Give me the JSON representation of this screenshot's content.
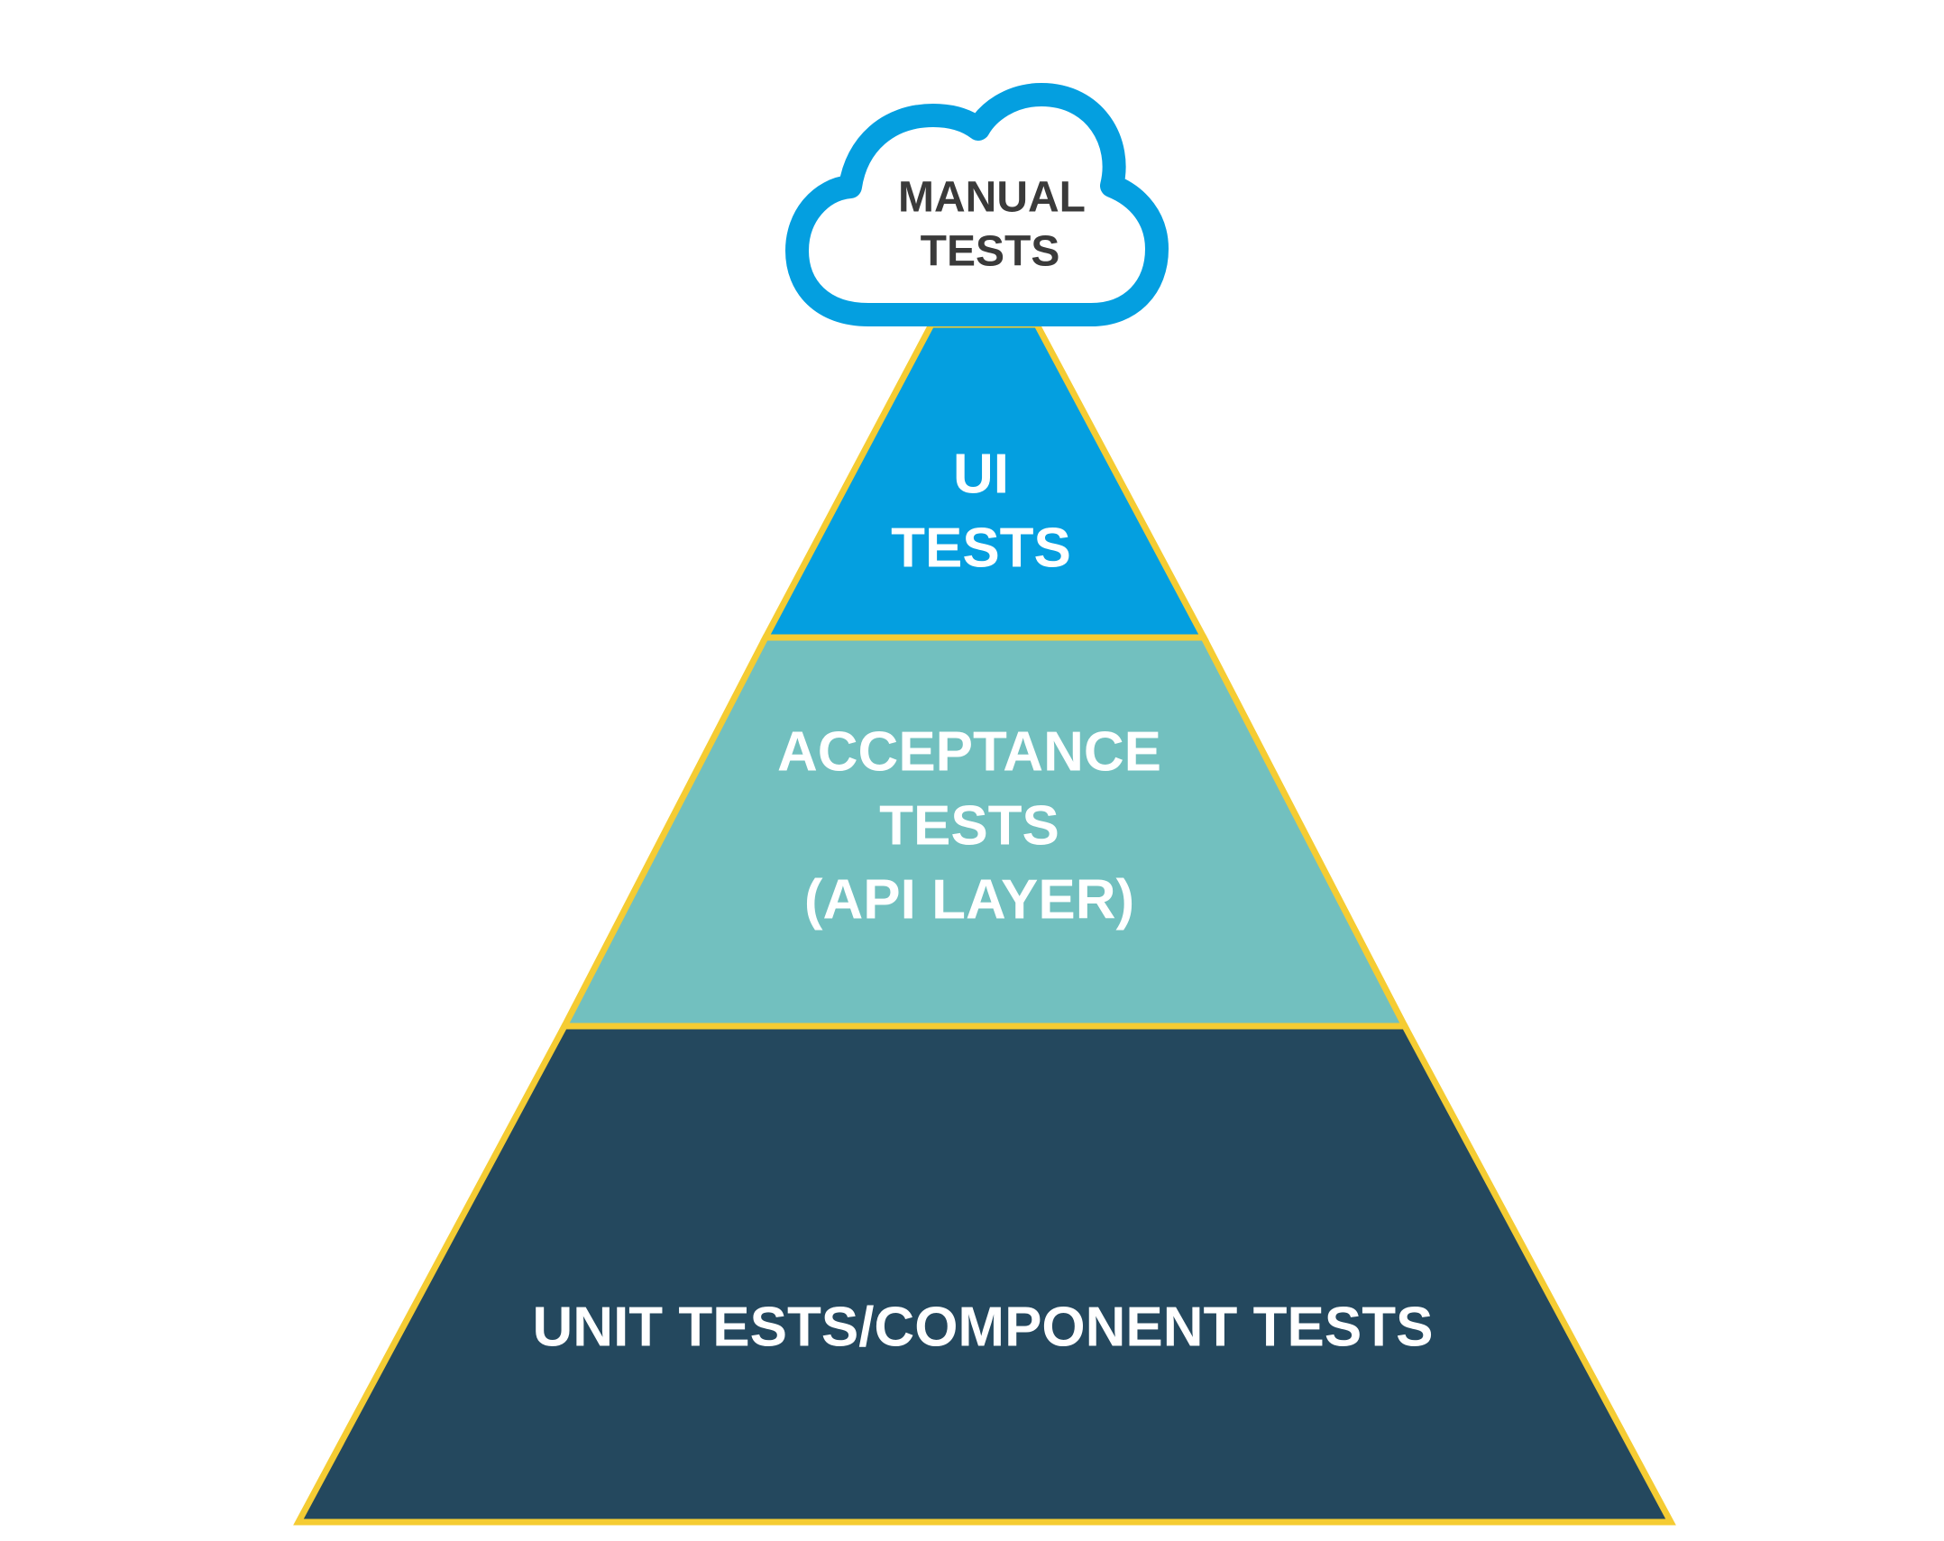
{
  "colors": {
    "background": "#ffffff",
    "outline": "#f5cc33",
    "cloud_stroke": "#049fe0",
    "cloud_fill": "#ffffff",
    "cloud_text": "#3a3a3a",
    "layer_text": "#ffffff"
  },
  "cloud": {
    "icon": "cloud-icon",
    "lines": [
      "MANUAL",
      "TESTS"
    ]
  },
  "layers": [
    {
      "id": "ui",
      "fill": "#049fe0",
      "lines": [
        "UI",
        "TESTS"
      ]
    },
    {
      "id": "acceptance",
      "fill": "#72c0bf",
      "lines": [
        "ACCEPTANCE",
        "TESTS",
        "(API LAYER)"
      ]
    },
    {
      "id": "unit",
      "fill": "#24485e",
      "lines": [
        "UNIT TESTS/COMPONENT TESTS"
      ]
    }
  ]
}
